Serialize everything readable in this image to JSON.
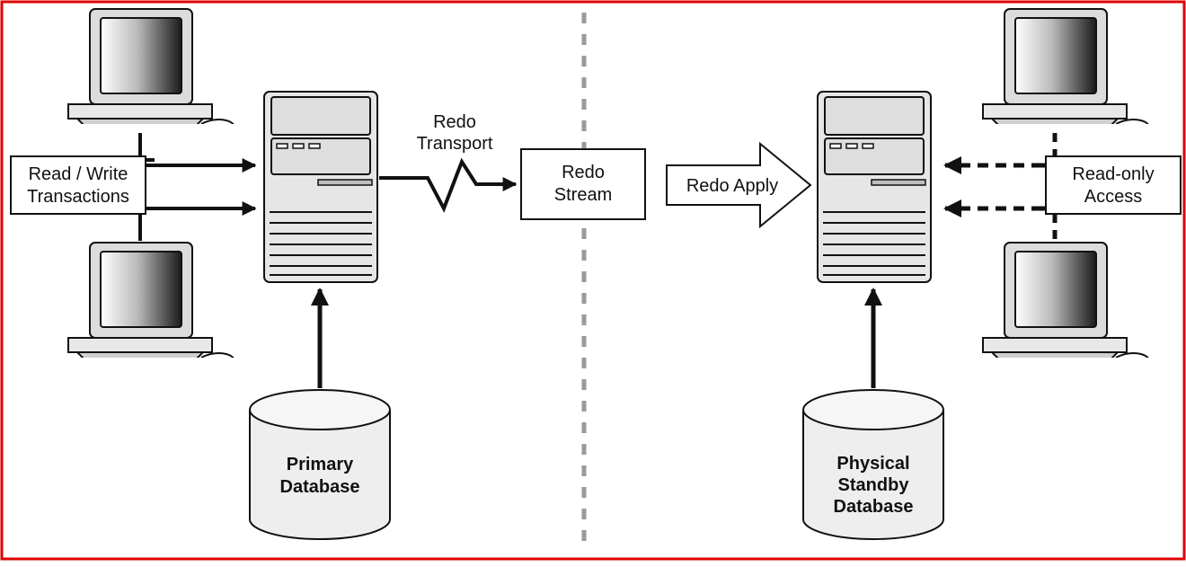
{
  "labels": {
    "read_write": [
      "Read / Write",
      "Transactions"
    ],
    "redo_transport": [
      "Redo",
      "Transport"
    ],
    "redo_stream": [
      "Redo",
      "Stream"
    ],
    "redo_apply": "Redo Apply",
    "read_only": [
      "Read-only",
      "Access"
    ],
    "primary_db": [
      "Primary",
      "Database"
    ],
    "standby_db": [
      "Physical",
      "Standby",
      "Database"
    ]
  },
  "colors": {
    "frame_border": "#e00000",
    "ink": "#111111",
    "divider": "#9a9a9a",
    "server_fill": "#e6e6e6",
    "cylinder_fill": "#eeeeee"
  }
}
